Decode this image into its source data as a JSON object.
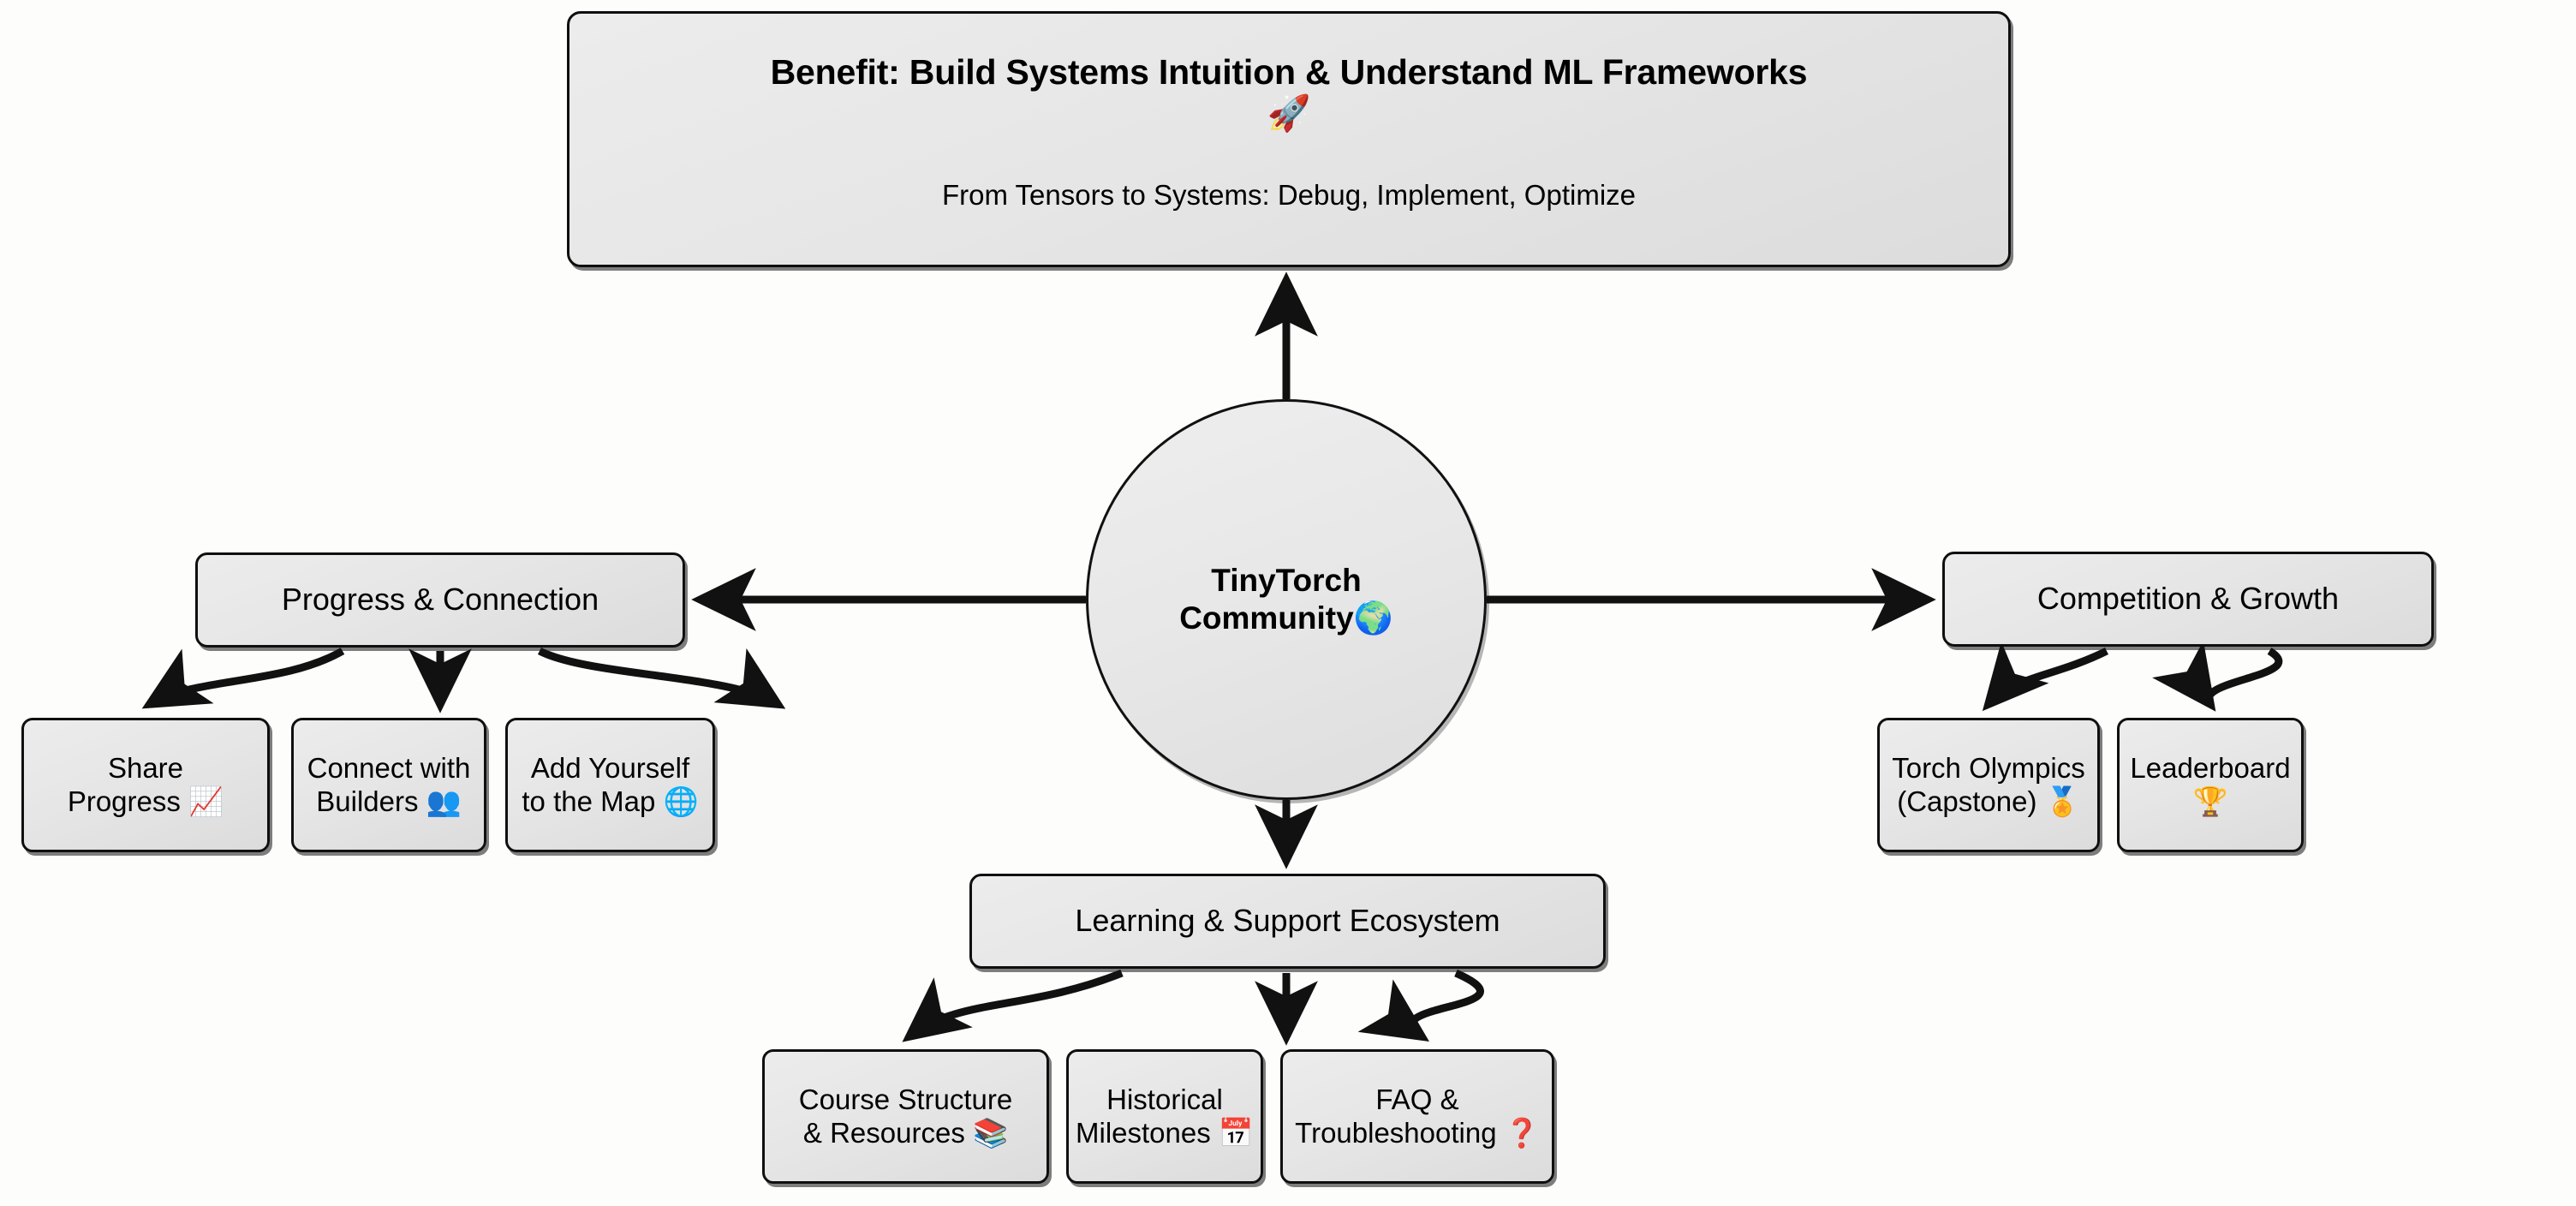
{
  "diagram": {
    "type": "mindmap",
    "background_color": "#fdfdfc",
    "node_fill_color": "#e6e6e6",
    "node_border_color": "#0f0f0f",
    "text_color": "#000000"
  },
  "benefit": {
    "title": "Benefit: Build Systems Intuition & Understand ML Frameworks",
    "title_emoji": "🚀",
    "title_emoji_name": "rocket",
    "subtitle": "From Tensors to Systems: Debug, Implement, Optimize"
  },
  "center": {
    "line1": "TinyTorch",
    "line2": "Community",
    "emoji": "🌍",
    "emoji_name": "globe-americas"
  },
  "branches": {
    "progress": {
      "label": "Progress & Connection",
      "children": [
        {
          "line1": "Share",
          "line2": "Progress",
          "emoji": "📈",
          "emoji_name": "chart-increasing"
        },
        {
          "line1": "Connect with",
          "line2": "Builders",
          "emoji": "👥",
          "emoji_name": "busts-in-silhouette"
        },
        {
          "line1": "Add Yourself",
          "line2": "to the Map",
          "emoji": "🌐",
          "emoji_name": "globe-with-meridians"
        }
      ]
    },
    "competition": {
      "label": "Competition & Growth",
      "children": [
        {
          "line1": "Torch Olympics",
          "line2": "(Capstone)",
          "emoji": "🏅",
          "emoji_name": "sports-medal"
        },
        {
          "line1": "Leaderboard",
          "line2": "",
          "emoji": "🏆",
          "emoji_name": "trophy"
        }
      ]
    },
    "learning": {
      "label": "Learning & Support Ecosystem",
      "children": [
        {
          "line1": "Course Structure",
          "line2": "& Resources",
          "emoji": "📚",
          "emoji_name": "books"
        },
        {
          "line1": "Historical",
          "line2": "Milestones",
          "emoji": "📅",
          "emoji_name": "calendar"
        },
        {
          "line1": "FAQ &",
          "line2": "Troubleshooting",
          "emoji": "❓",
          "emoji_name": "question-mark"
        }
      ]
    }
  }
}
